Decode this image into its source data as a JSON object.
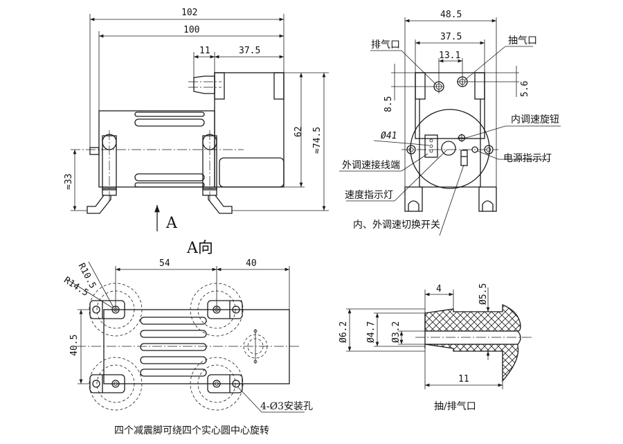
{
  "front_view": {
    "dims": {
      "overall_length": "102",
      "body_length": "100",
      "port_offset": "11",
      "head_length": "37.5",
      "body_height": "62",
      "overall_height": "≈74.5",
      "axis_height": "≈33"
    },
    "view_arrow_label": "A"
  },
  "side_view": {
    "dims": {
      "outer_width": "48.5",
      "inner_width": "37.5",
      "port_spacing": "13.1",
      "left_port_height": "8.5",
      "right_port_height": "5.6",
      "diameter": "Ø41"
    },
    "callouts": {
      "exhaust_port": "排气口",
      "suction_port": "抽气口",
      "internal_speed_knob": "内调速旋钮",
      "external_speed_terminal": "外调速接线端",
      "power_indicator": "电源指示灯",
      "speed_indicator": "速度指示灯",
      "speed_mode_switch": "内、外调速切换开关"
    }
  },
  "bottom_view": {
    "title": "A向",
    "dims": {
      "foot_spacing": "54",
      "head_offset": "40",
      "foot_width": "40.5",
      "radius_inner": "R10.5",
      "radius_outer": "R14.5"
    },
    "callouts": {
      "mounting_holes": "4-Ø3安装孔"
    },
    "note": "四个减震脚可绕四个实心圆中心旋转"
  },
  "port_detail": {
    "dims": {
      "barb_length": "4",
      "flange_diameter": "Ø5.5",
      "outer_diameter": "Ø6.2",
      "mid_diameter": "Ø4.7",
      "bore_diameter": "Ø3.2",
      "total_length": "11"
    },
    "caption": "抽/排气口"
  }
}
